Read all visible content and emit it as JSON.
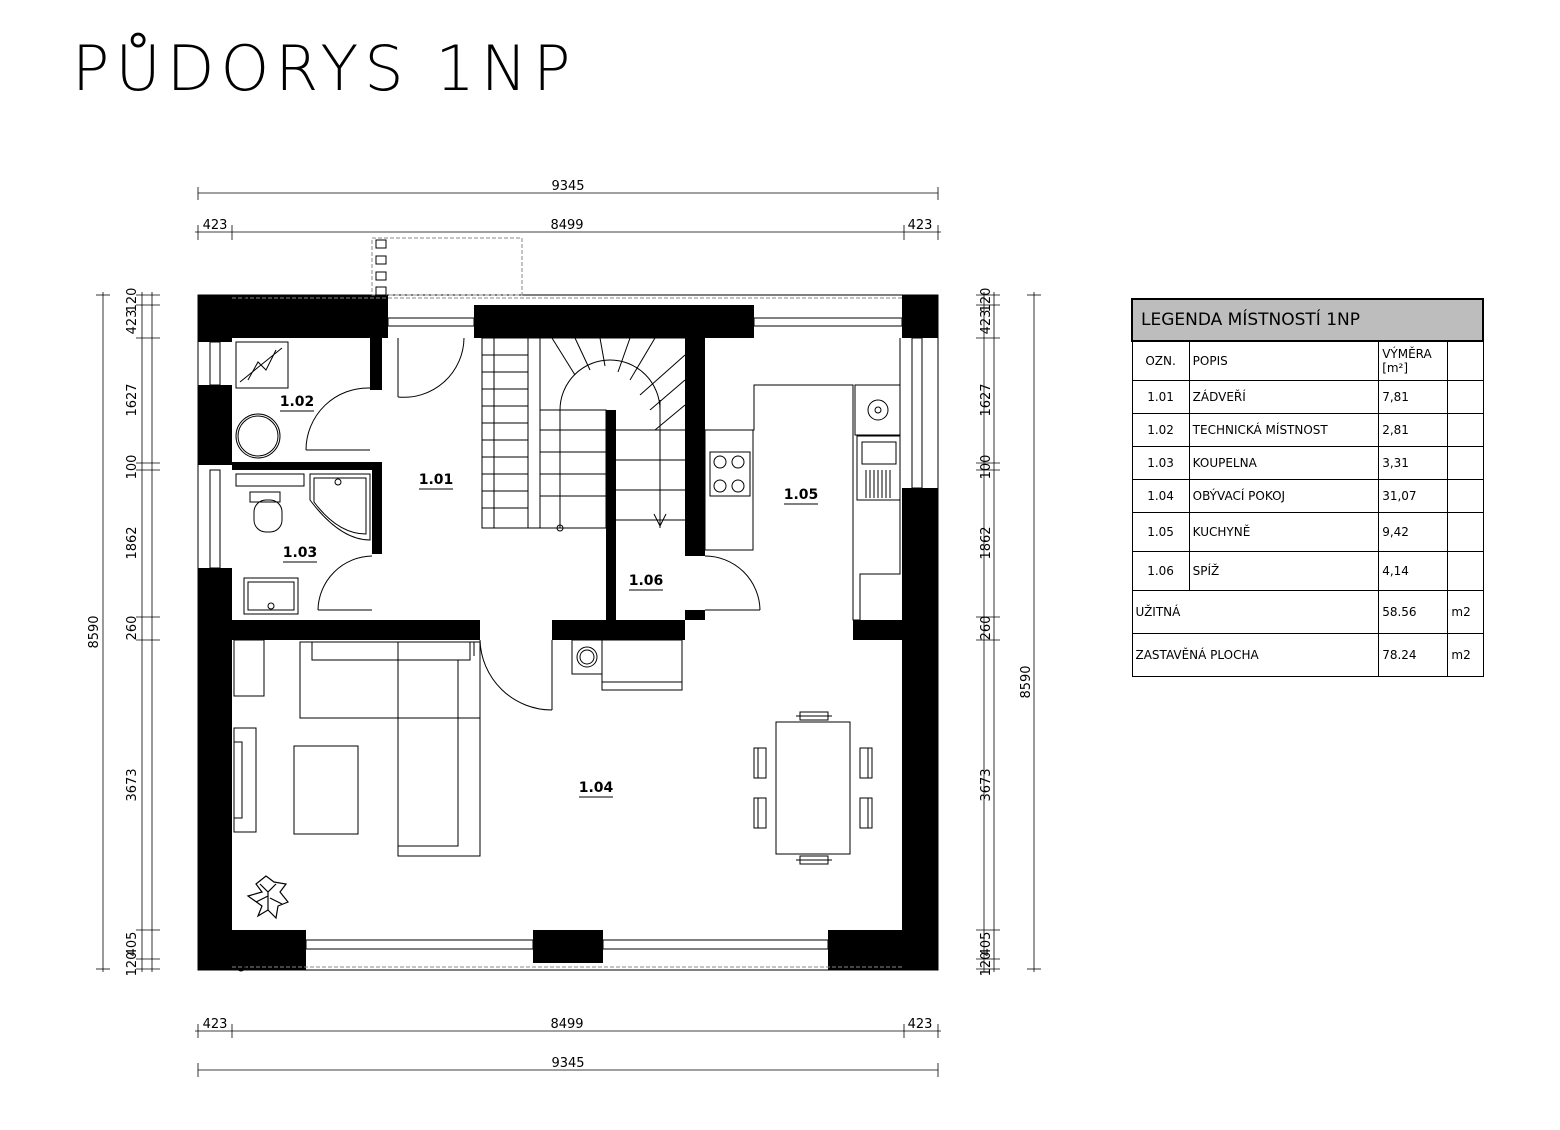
{
  "title": "PŮDORYS 1NP",
  "dimensions": {
    "total_width": "9345",
    "inner_width": "8499",
    "wall": "423",
    "total_height": "8590",
    "left_chain": [
      "120",
      "423",
      "1627",
      "100",
      "1862",
      "260",
      "3673",
      "405",
      "120"
    ],
    "right_chain": [
      "120",
      "423",
      "1627",
      "100",
      "1862",
      "260",
      "3673",
      "405",
      "120"
    ]
  },
  "rooms": [
    {
      "id": "1.01",
      "label": "1.01"
    },
    {
      "id": "1.02",
      "label": "1.02"
    },
    {
      "id": "1.03",
      "label": "1.03"
    },
    {
      "id": "1.04",
      "label": "1.04"
    },
    {
      "id": "1.05",
      "label": "1.05"
    },
    {
      "id": "1.06",
      "label": "1.06"
    }
  ],
  "legend": {
    "title": "LEGENDA MÍSTNOSTÍ 1NP",
    "col_id": "OZN.",
    "col_desc": "POPIS",
    "col_area": "VÝMĚRA",
    "col_area_unit": "[m²]",
    "rows": [
      {
        "id": "1.01",
        "name": "ZÁDVEŘÍ",
        "area": "7,81"
      },
      {
        "id": "1.02",
        "name": "TECHNICKÁ MÍSTNOST",
        "area": "2,81"
      },
      {
        "id": "1.03",
        "name": "KOUPELNA",
        "area": "3,31"
      },
      {
        "id": "1.04",
        "name": "OBÝVACÍ POKOJ",
        "area": "31,07"
      },
      {
        "id": "1.05",
        "name": "KUCHYNĚ",
        "area": "9,42"
      },
      {
        "id": "1.06",
        "name": "SPÍŽ",
        "area": "4,14"
      }
    ],
    "useful_label": "UŽITNÁ",
    "useful_value": "58.56",
    "useful_unit": "m2",
    "built_label": "ZASTAVĚNÁ PLOCHA",
    "built_value": "78.24",
    "built_unit": "m2"
  }
}
